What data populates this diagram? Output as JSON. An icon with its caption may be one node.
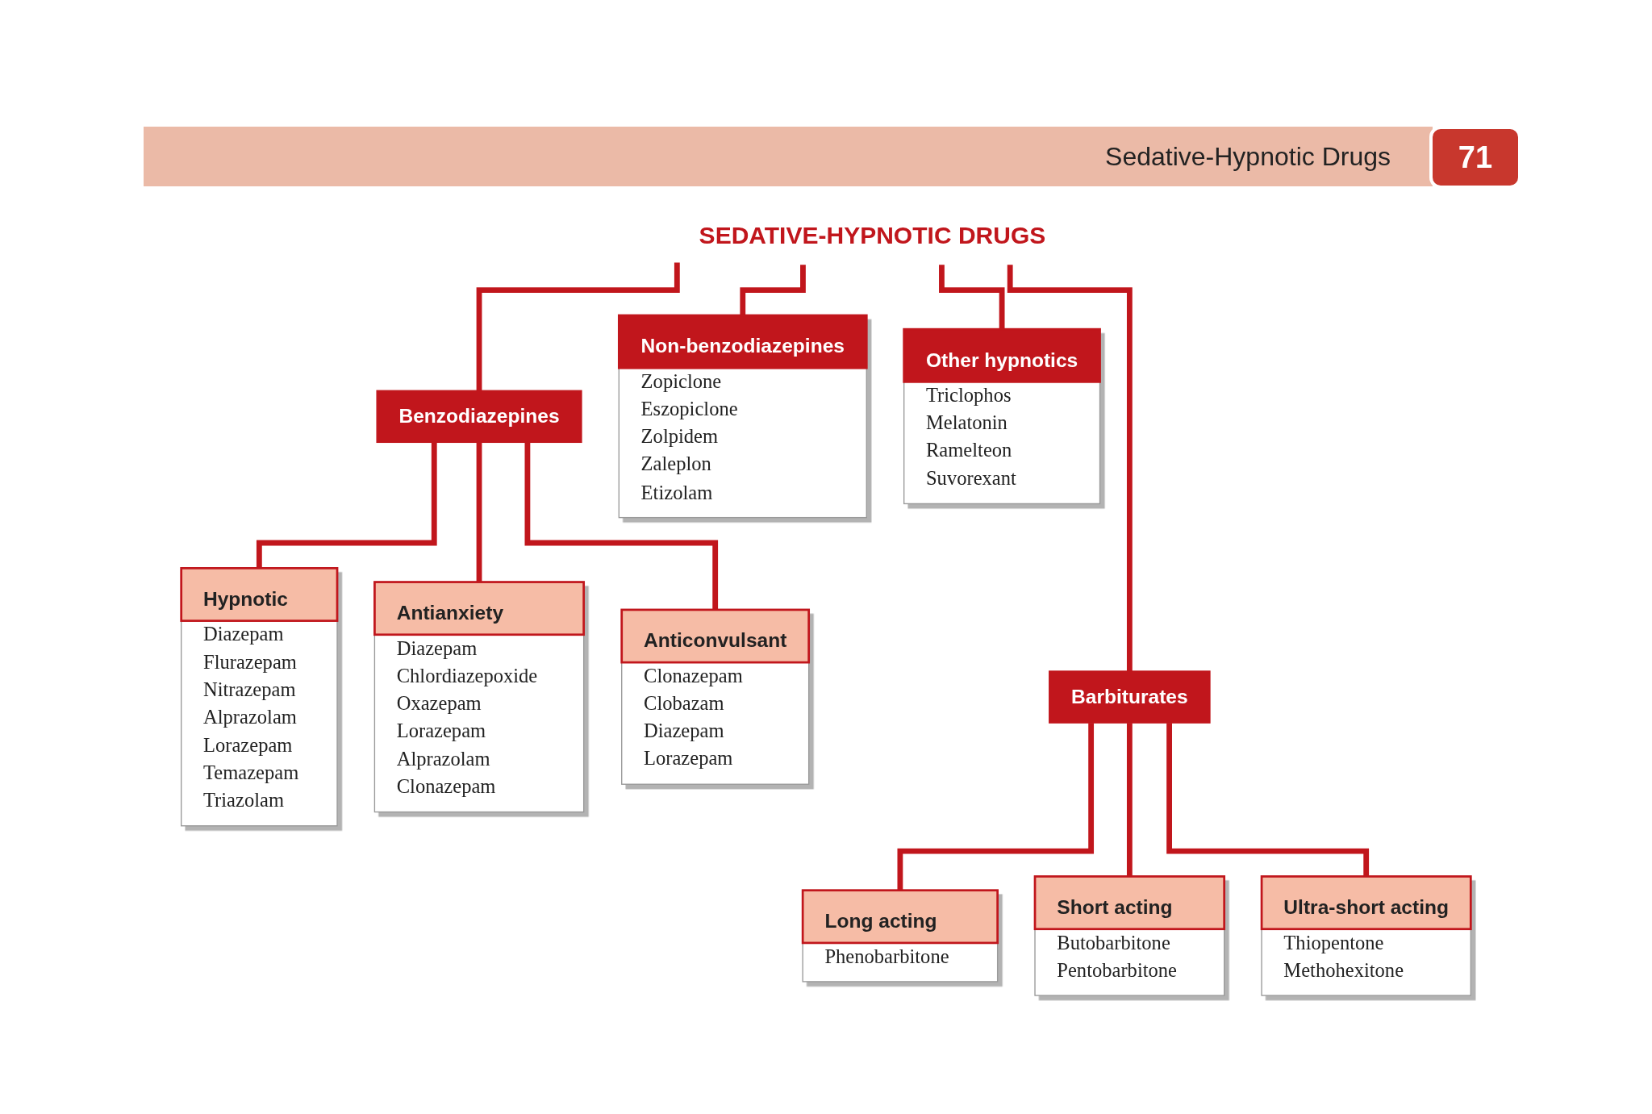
{
  "diagram": {
    "nodes": [
      {
        "text": [
          "SEDATIVE-HYPNOTIC DRUGS"
        ]
      },
      {
        "text": [
          "Benzodiazepines"
        ]
      },
      {
        "text": [
          "Non-benzodiazepines",
          "Zopiclone",
          "Eszopiclone",
          "Zolpidem",
          "Zaleplon",
          "Etizolam"
        ]
      },
      {
        "text": [
          "Other hypnotics",
          "Triclophos",
          "Melatonin",
          "Ramelteon",
          "Suvorexant"
        ]
      },
      {
        "text": [
          "Hypnotic",
          "Diazepam",
          "Flurazepam",
          "Nitrazepam",
          "Alprazolam",
          "Lorazepam",
          "Temazepam",
          "Triazolam"
        ]
      },
      {
        "text": [
          "Antianxiety",
          "Diazepam",
          "Chlordiazepoxide",
          "Oxazepam",
          "Lorazepam",
          "Alprazolam",
          "Clonazepam"
        ]
      },
      {
        "text": [
          "Anticonvulsant",
          "Clonazepam",
          "Clobazam",
          "Diazepam",
          "Lorazepam"
        ]
      },
      {
        "text": [
          "Barbiturates"
        ]
      },
      {
        "text": [
          "Long acting",
          "Phenobarbitone"
        ]
      },
      {
        "text": [
          "Short acting",
          "Butobarbitone",
          "Pentobarbitone"
        ]
      },
      {
        "text": [
          "Ultra-short acting",
          "Thiopentone",
          "Methohexitone"
        ]
      }
    ],
    "edges": [
      {
        "from": 0,
        "to": 1,
        "arrow": "none"
      },
      {
        "from": 0,
        "to": 7,
        "arrow": "none"
      },
      {
        "from": 0,
        "to": 2,
        "arrow": "none"
      },
      {
        "from": 0,
        "to": 3,
        "arrow": "none"
      },
      {
        "from": 1,
        "to": 4,
        "arrow": "none"
      },
      {
        "from": 1,
        "to": 5,
        "arrow": "none"
      },
      {
        "from": 1,
        "to": 6,
        "arrow": "none"
      },
      {
        "from": 7,
        "to": 8,
        "arrow": "none"
      },
      {
        "from": 7,
        "to": 9,
        "arrow": "none"
      },
      {
        "from": 7,
        "to": 10,
        "arrow": "none"
      }
    ],
    "labels": [
      "Sedative-Hypnotic Drugs",
      "71"
    ]
  }
}
